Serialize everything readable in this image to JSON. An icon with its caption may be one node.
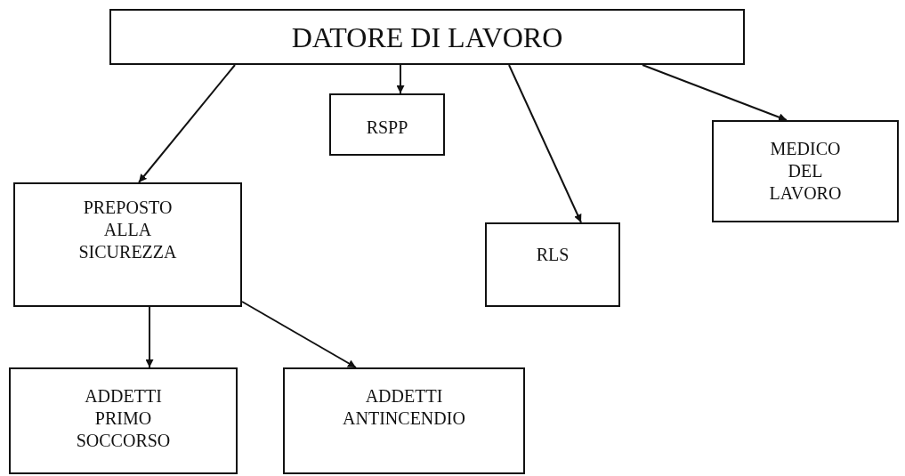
{
  "diagram": {
    "nodes": [
      {
        "text": [
          "DATORE DI LAVORO"
        ]
      },
      {
        "text": [
          "RSPP"
        ]
      },
      {
        "text": [
          "MEDICO DEL LAVORO"
        ]
      },
      {
        "text": [
          "PREPOSTO ALLA SICUREZZA"
        ]
      },
      {
        "text": [
          "RLS"
        ]
      },
      {
        "text": [
          "ADDETTI PRIMO SOCCORSO"
        ]
      },
      {
        "text": [
          "ADDETTI ANTINCENDIO"
        ]
      }
    ],
    "edges": [
      {
        "from": 0,
        "to": 3,
        "arrow": "to"
      },
      {
        "from": 0,
        "to": 1,
        "arrow": "to"
      },
      {
        "from": 0,
        "to": 4,
        "arrow": "to"
      },
      {
        "from": 0,
        "to": 2,
        "arrow": "to"
      },
      {
        "from": 3,
        "to": 5,
        "arrow": "to"
      },
      {
        "from": 3,
        "to": 6,
        "arrow": "to"
      }
    ]
  }
}
